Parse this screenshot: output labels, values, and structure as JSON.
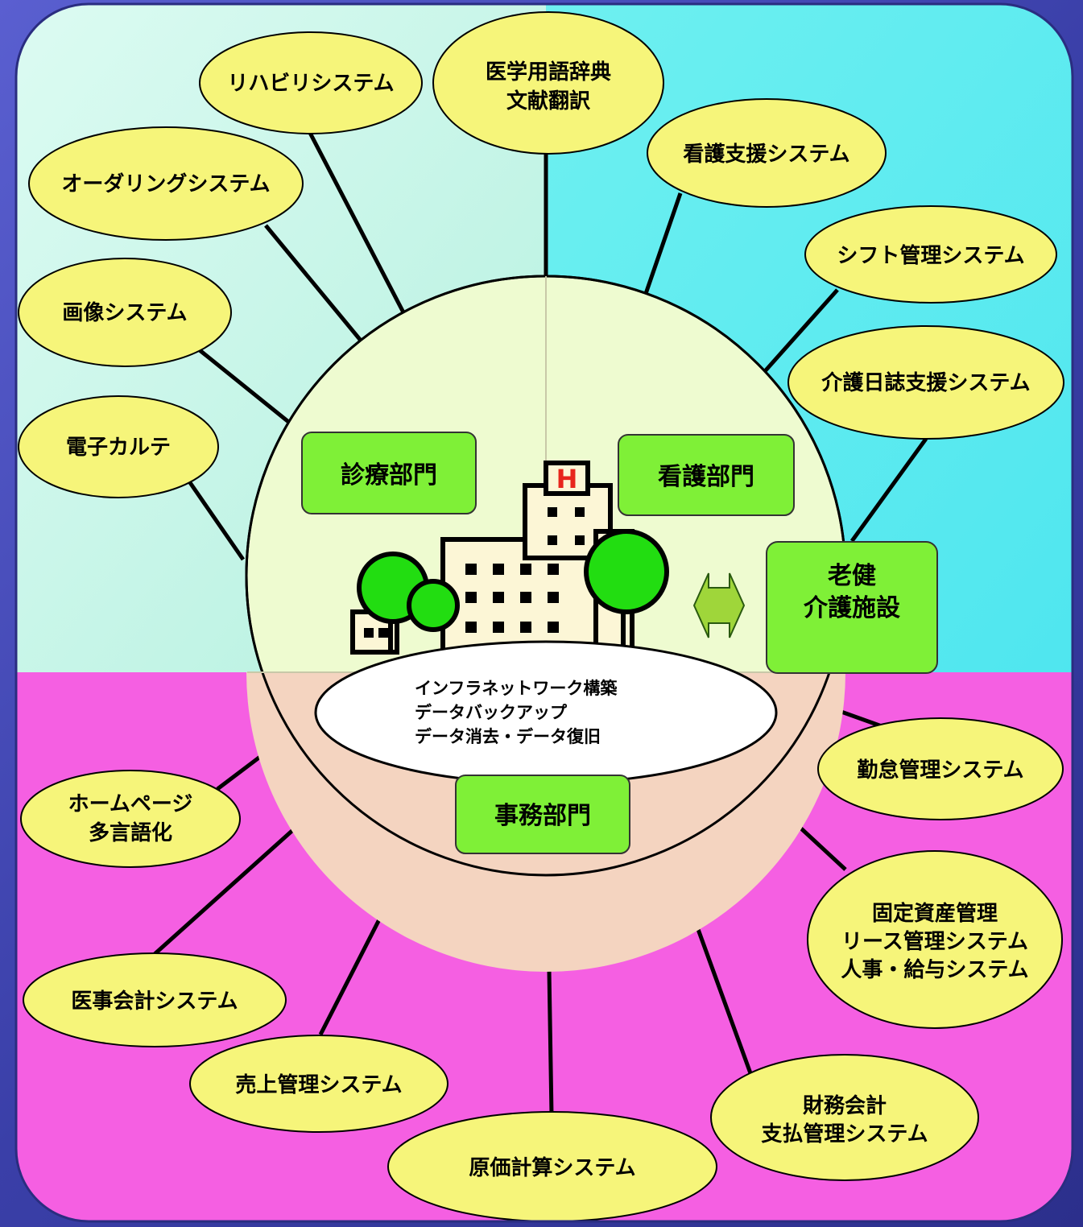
{
  "center": {
    "infra_lines": [
      "インフラネットワーク構築",
      "データバックアップ",
      "データ消去・データ復旧"
    ]
  },
  "departments": {
    "medical": "診療部門",
    "nursing": "看護部門",
    "admin": "事務部門",
    "care_facility": [
      "老健",
      "介護施設"
    ]
  },
  "building": {
    "sign": "H"
  },
  "systems": {
    "rehab": [
      "リハビリシステム"
    ],
    "dictionary": [
      "医学用語辞典",
      "文献翻訳"
    ],
    "nursing_support": [
      "看護支援システム"
    ],
    "ordering": [
      "オーダリングシステム"
    ],
    "shift": [
      "シフト管理システム"
    ],
    "imaging": [
      "画像システム"
    ],
    "care_log": [
      "介護日誌支援システム"
    ],
    "emr": [
      "電子カルテ"
    ],
    "attendance": [
      "勤怠管理システム"
    ],
    "homepage": [
      "ホームページ",
      "多言語化"
    ],
    "assets": [
      "固定資産管理",
      "リース管理システム",
      "人事・給与システム"
    ],
    "medical_accounting": [
      "医事会計システム"
    ],
    "sales": [
      "売上管理システム"
    ],
    "finance": [
      "財務会計",
      "支払管理システム"
    ],
    "cost": [
      "原価計算システム"
    ]
  },
  "colors": {
    "frame_blue": "#3a3fa8",
    "quadrant_topleft": "#c2f5e6",
    "quadrant_topright": "#5ef2f5",
    "quadrant_bottom": "#f55be0",
    "bubble_fill": "#f6f57a",
    "dept_box": "#7ff037",
    "tree_green": "#22dd11",
    "arrow_green": "#9fd63a",
    "sign_red": "#e8251c"
  }
}
